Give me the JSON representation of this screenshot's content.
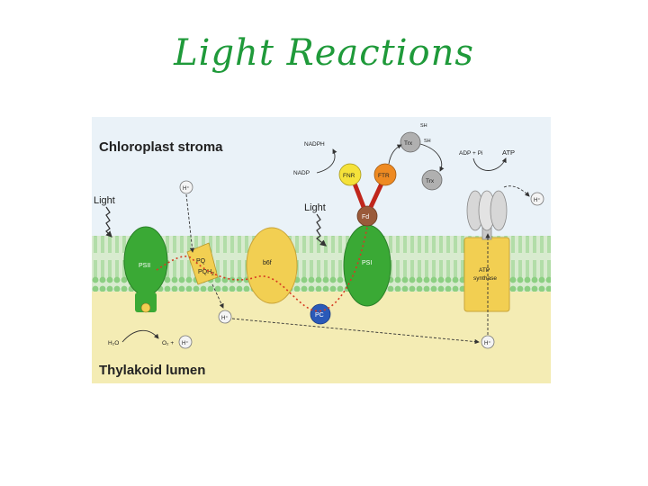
{
  "slide": {
    "title": "Light Reactions"
  },
  "diagram": {
    "stroma_label": "Chloroplast stroma",
    "lumen_label": "Thylakoid lumen",
    "light_label_left": "Light",
    "light_label_right": "Light",
    "complexes": {
      "psii": "PSII",
      "pq": "PQ",
      "pqh2": "PQH",
      "pqh2_sub": "2",
      "bf": "b6f",
      "psi": "PSI",
      "pc": "PC",
      "fd": "Fd",
      "fnr": "FNR",
      "ftr": "FTR",
      "trx_top": "Trx",
      "trx_low": "Trx",
      "sh_top": "SH",
      "sh_mid": "SH",
      "atp_synthase_1": "ATP",
      "atp_synthase_2": "synthase"
    },
    "molecules": {
      "nadph": "NADPH",
      "nadp": "NADP",
      "adp_pi": "ADP + Pi",
      "atp": "ATP",
      "h2o": "H₂O",
      "o2": "O₂ +",
      "h_plus": "H⁺"
    },
    "colors": {
      "stroma_bg": "#eaf2f8",
      "membrane": "#7fc97a",
      "lumen_bg": "#f4ecb4",
      "psii_green": "#3aa935",
      "bf_yellow": "#f2cf52",
      "pc_blue": "#2a59b8",
      "fnr_yellow": "#f5e23a",
      "ftr_orange": "#ee8a22",
      "fd_brown": "#9a5a3a",
      "electron_path": "#d63a22"
    }
  }
}
